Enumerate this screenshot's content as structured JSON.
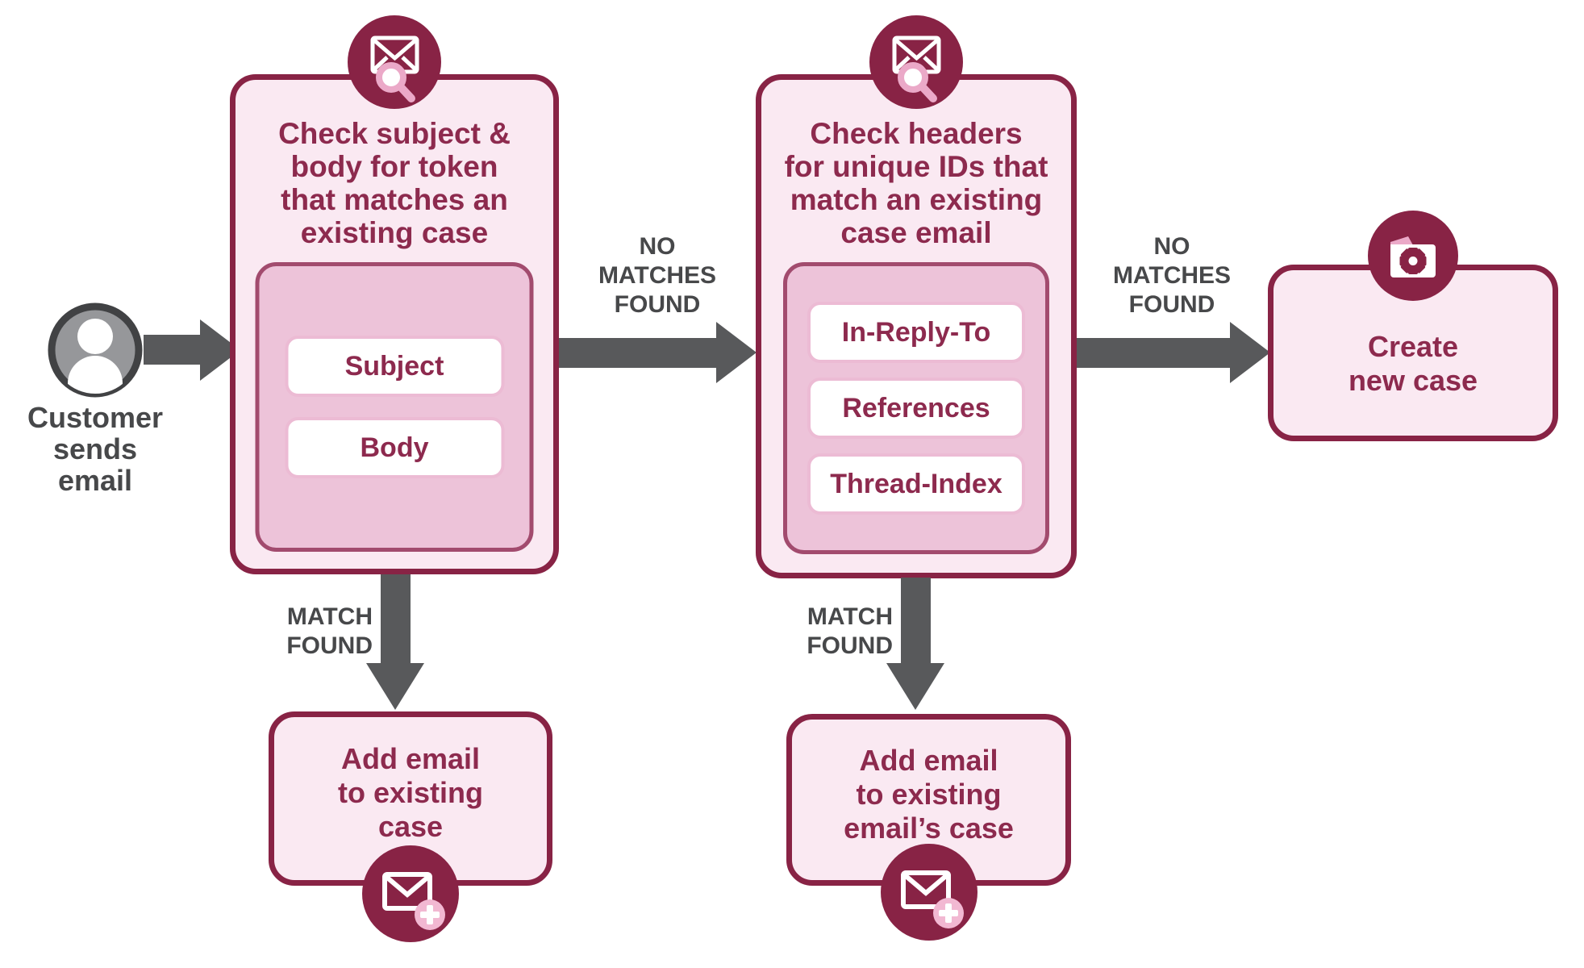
{
  "diagram": {
    "source": {
      "label": "Customer\nsends\nemail"
    },
    "box1": {
      "title": "Check subject &\nbody for token\nthat matches an\nexisting case",
      "items": [
        "Subject",
        "Body"
      ]
    },
    "box2": {
      "title": "Check headers\nfor unique IDs that\nmatch an existing\ncase email",
      "items": [
        "In-Reply-To",
        "References",
        "Thread-Index"
      ]
    },
    "create_case": {
      "label": "Create\nnew case"
    },
    "add_case_1": {
      "label": "Add email\nto existing\ncase"
    },
    "add_case_2": {
      "label": "Add email\nto existing\nemail’s case"
    },
    "edges": {
      "no_matches_1": "NO\nMATCHES\nFOUND",
      "no_matches_2": "NO\nMATCHES\nFOUND",
      "match_1": "MATCH\nFOUND",
      "match_2": "MATCH\nFOUND"
    },
    "icons": {
      "source": "customer-icon",
      "box1": "email-search-icon",
      "box2": "email-search-icon",
      "create_case": "case-folder-gear-icon",
      "add_case_1": "email-add-icon",
      "add_case_2": "email-add-icon"
    },
    "colors": {
      "maroon": "#882345",
      "title_text": "#8D2A4E",
      "light_pink_fill": "#FAE9F2",
      "mid_pink_fill": "#EDC3D9",
      "inner_border": "#A24B6E",
      "pill_border": "#ECBBD4",
      "accent_pink": "#EBA9C8",
      "arrow_gray": "#58595B",
      "label_gray": "#47484A"
    }
  }
}
